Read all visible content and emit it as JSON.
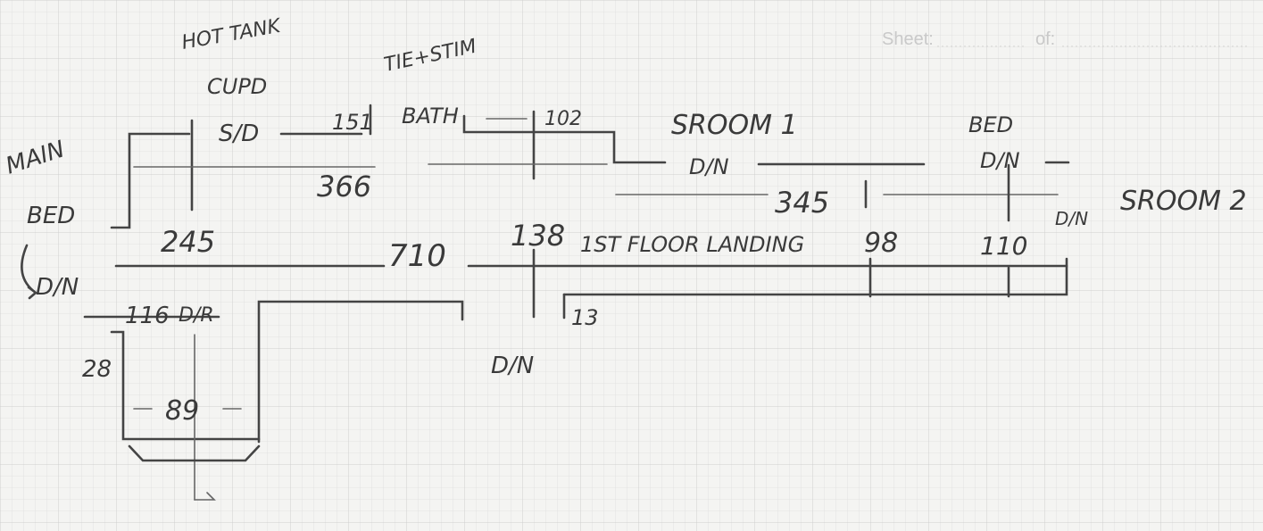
{
  "header": {
    "sheet_label": "Sheet:",
    "of_label": "of:"
  },
  "labels": {
    "hot_tank_top": "HOT TANK",
    "hot_tank_cupboard": "CUPD",
    "tee_stim": "TIE+STIM",
    "bath": "BATH",
    "sroom1": "SROOM 1",
    "main_bed": "MAIN",
    "main_bed_2": "BED",
    "bed_right": "BED",
    "sroom2": "SROOM 2",
    "landing": "1ST FLOOR LANDING",
    "arrow_dn_left": "D/N",
    "dn_bottom": "D/N",
    "dn_right_top": "D/N",
    "dn_right_mid": "D/N",
    "dn_sroom1": "D/N",
    "sd_label": "S/D",
    "dr_label": "D/R"
  },
  "dimensions": {
    "d151": "151",
    "d102": "102",
    "d366": "366",
    "d345": "345",
    "d245": "245",
    "d710": "710",
    "d138": "138",
    "d98": "98",
    "d110": "110",
    "d116": "116",
    "d13": "13",
    "d28": "28",
    "d89": "89"
  }
}
